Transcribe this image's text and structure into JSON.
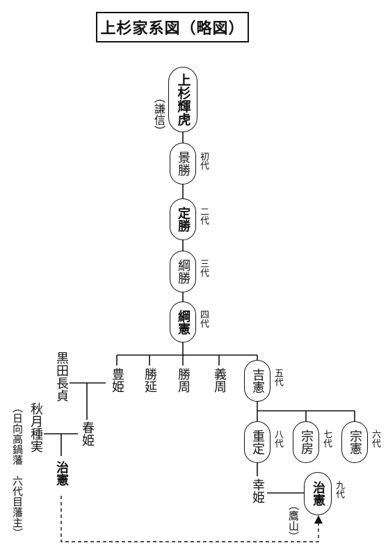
{
  "title": "上杉家系図（略図）",
  "people": {
    "terutora": "上杉輝虎",
    "kenshin_note": "（謙信）",
    "kagekatsu": "景勝",
    "sadakatsu": "定勝",
    "tsunakatsu": "綱勝",
    "tsunanori": "綱憲",
    "yoshinori": "吉憲",
    "toyohime": "豊姫",
    "katsunobu": "勝延",
    "katsuchika": "勝周",
    "yoshichika": "義周",
    "kuroda": "黒田長貞",
    "haruhime": "春姫",
    "akizuki": "秋月種実",
    "akizuki_note": "（日向高鍋藩　六代目藩主）",
    "harunori_birth": "治憲",
    "shigesada": "重定",
    "munefusa": "宗房",
    "munenori": "宗憲",
    "sachihime": "幸姫",
    "harunori": "治憲",
    "yozan_note": "（鷹山）"
  },
  "generations": {
    "kagekatsu": "初代",
    "sadakatsu": "二代",
    "tsunakatsu": "三代",
    "tsunanori": "四代",
    "yoshinori": "五代",
    "munenori": "六代",
    "munefusa": "七代",
    "shigesada": "八代",
    "harunori": "九代"
  }
}
